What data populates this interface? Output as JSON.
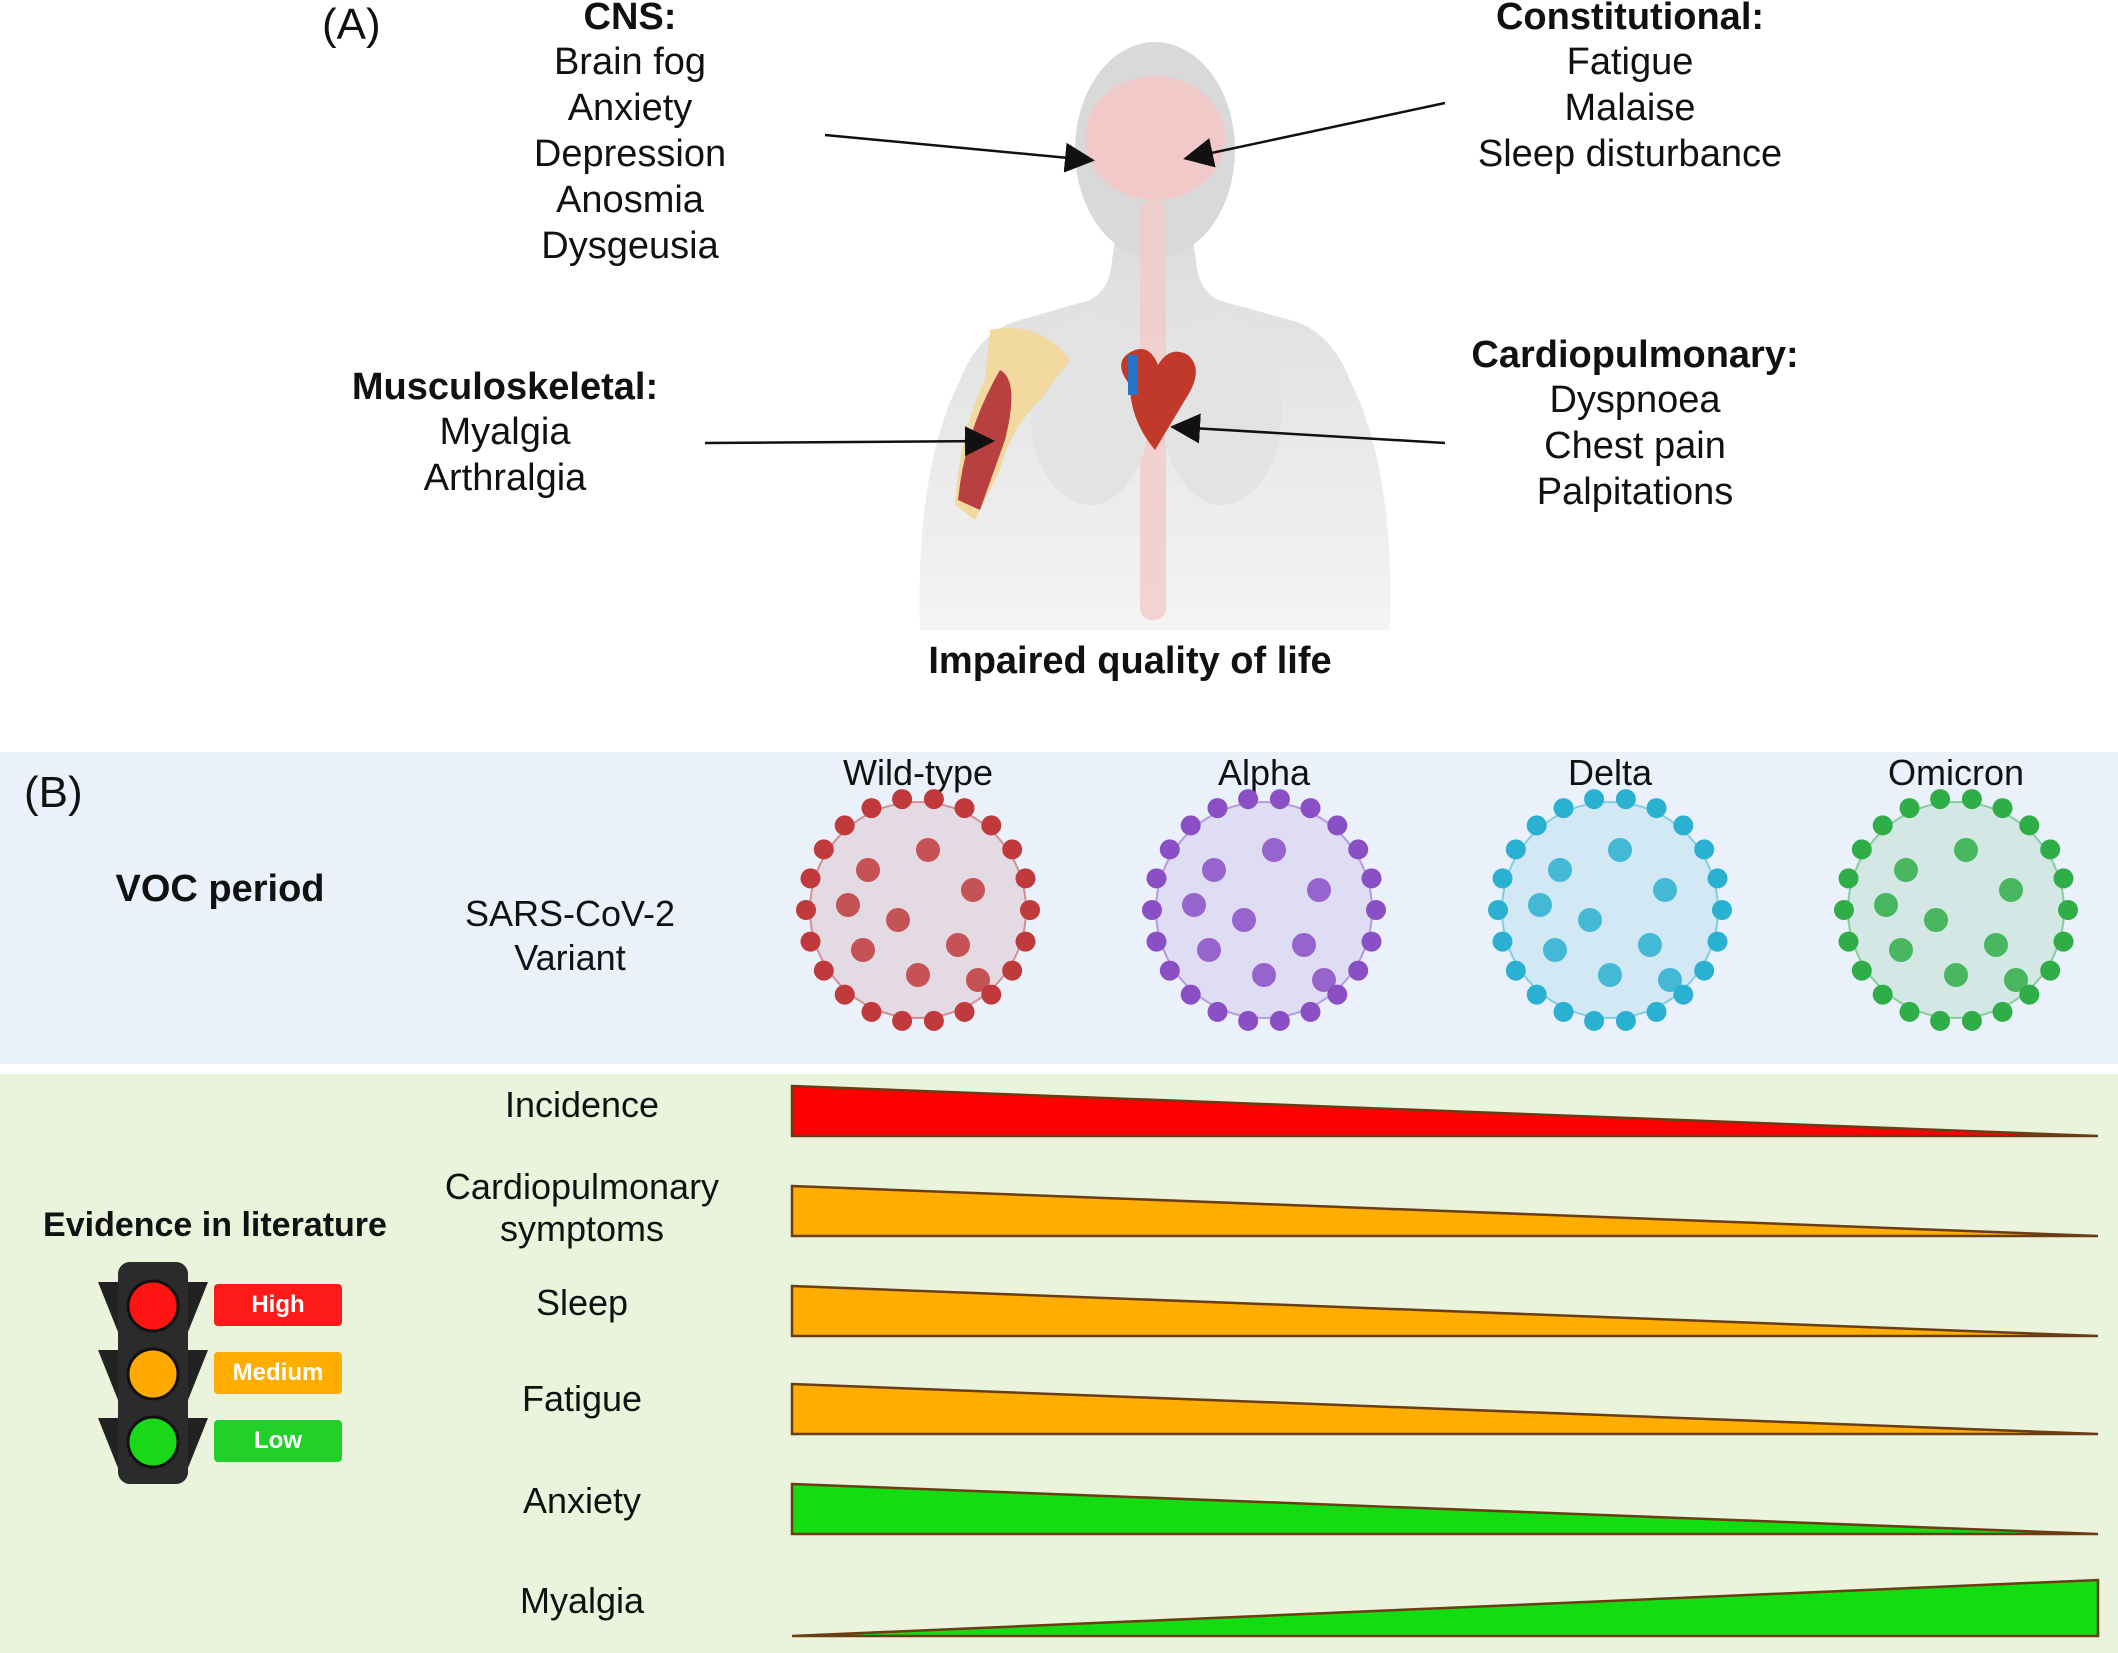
{
  "panel_a": {
    "label": "(A)",
    "cns": {
      "title": "CNS:",
      "items": [
        "Brain fog",
        "Anxiety",
        "Depression",
        "Anosmia",
        "Dysgeusia"
      ]
    },
    "constitutional": {
      "title": "Constitutional:",
      "items": [
        "Fatigue",
        "Malaise",
        "Sleep disturbance"
      ]
    },
    "musculoskeletal": {
      "title": "Musculoskeletal:",
      "items": [
        "Myalgia",
        "Arthralgia"
      ]
    },
    "cardiopulmonary": {
      "title": "Cardiopulmonary:",
      "items": [
        "Dyspnoea",
        "Chest pain",
        "Palpitations"
      ]
    },
    "caption": "Impaired quality of life"
  },
  "panel_b": {
    "label": "(B)",
    "period_label": "VOC period",
    "variant_label_line1": "SARS-CoV-2",
    "variant_label_line2": "Variant",
    "variants": [
      {
        "name": "Wild-type",
        "color": "#c0393b"
      },
      {
        "name": "Alpha",
        "color": "#8a4fc4"
      },
      {
        "name": "Delta",
        "color": "#2ab0d0"
      },
      {
        "name": "Omicron",
        "color": "#2fae48"
      }
    ]
  },
  "panel_c": {
    "evidence_title": "Evidence in literature",
    "legend": [
      {
        "label": "High",
        "color": "#ff1a1a"
      },
      {
        "label": "Medium",
        "color": "#ffae00"
      },
      {
        "label": "Low",
        "color": "#22d02a"
      }
    ],
    "rows": [
      {
        "label": "Incidence",
        "label2": "",
        "trend": "decreasing",
        "evidence": "High",
        "color": "#ff0000"
      },
      {
        "label": "Cardiopulmonary",
        "label2": "symptoms",
        "trend": "decreasing",
        "evidence": "Medium",
        "color": "#ffad00"
      },
      {
        "label": "Sleep",
        "label2": "",
        "trend": "decreasing",
        "evidence": "Medium",
        "color": "#ffad00"
      },
      {
        "label": "Fatigue",
        "label2": "",
        "trend": "decreasing",
        "evidence": "Medium",
        "color": "#ffad00"
      },
      {
        "label": "Anxiety",
        "label2": "",
        "trend": "decreasing",
        "evidence": "Low",
        "color": "#11dd11"
      },
      {
        "label": "Myalgia",
        "label2": "",
        "trend": "increasing",
        "evidence": "Low",
        "color": "#11dd11"
      }
    ]
  }
}
